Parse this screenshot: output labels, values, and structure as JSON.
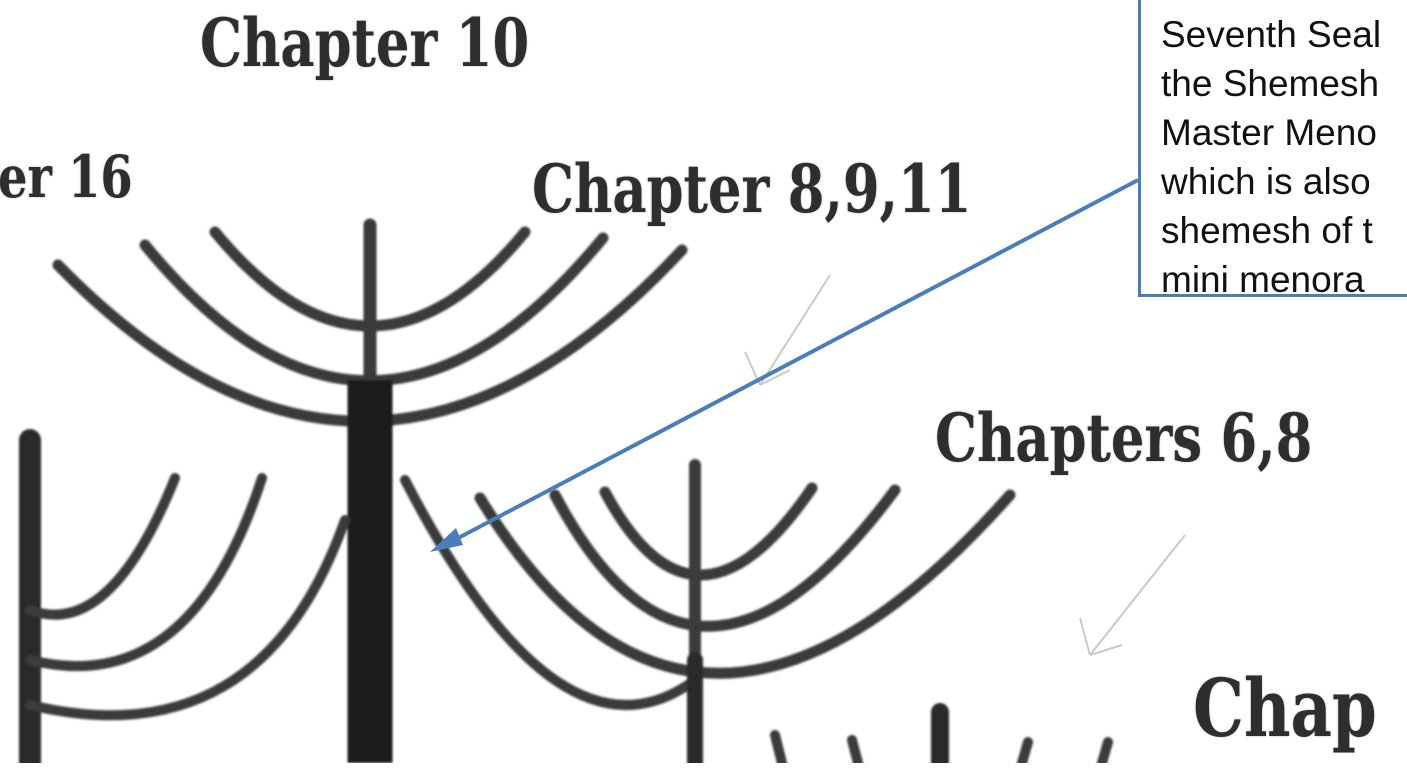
{
  "labels": {
    "chapter_10": "Chapter 10",
    "chapter_16": "er 16",
    "chapter_8_9_11": "Chapter 8,9,11",
    "chapters_6_8": "Chapters 6,8",
    "chap_partial": "Chap"
  },
  "callout": {
    "lines": [
      "Seventh Seal",
      "the Shemesh",
      "Master Meno",
      "which is also",
      "shemesh of t",
      "mini menora"
    ]
  },
  "colors": {
    "callout_border": "#4a7ebb",
    "arrow": "#4a7ebb",
    "ink": "#2e2e2e"
  }
}
